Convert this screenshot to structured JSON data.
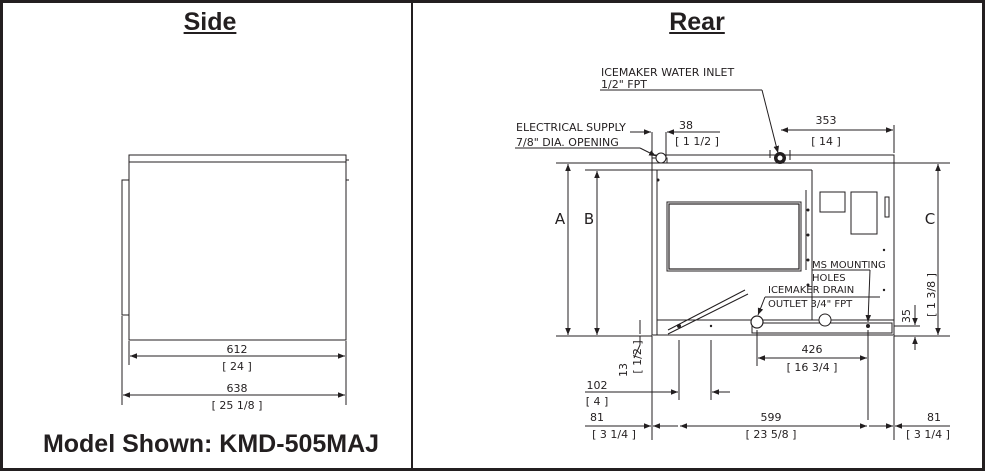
{
  "side": {
    "title": "Side",
    "dim_depth_mm": "612",
    "dim_depth_in": "[ 24 ]",
    "dim_overall_mm": "638",
    "dim_overall_in": "[ 25 1/8 ]"
  },
  "rear": {
    "title": "Rear",
    "water_inlet_label": "ICEMAKER WATER INLET",
    "water_inlet_size": "1/2\" FPT",
    "electrical_label": "ELECTRICAL SUPPLY",
    "electrical_size": "7/8\" DIA. OPENING",
    "dim_38_mm": "38",
    "dim_38_in": "[ 1 1/2 ]",
    "dim_353_mm": "353",
    "dim_353_in": "[ 14 ]",
    "height_a": "A",
    "height_b": "B",
    "height_c": "C",
    "mounting_label_1": "MS MOUNTING",
    "mounting_label_2": "HOLES",
    "drain_label_1": "ICEMAKER DRAIN",
    "drain_label_2": "OUTLET 3/4\" FPT",
    "dim_35_mm": "35",
    "dim_35_in": "[ 1 3/8 ]",
    "dim_13_mm": "13",
    "dim_13_in": "[ 1/2 ]",
    "dim_426_mm": "426",
    "dim_426_in": "[ 16 3/4 ]",
    "dim_102_mm": "102",
    "dim_102_in": "[ 4 ]",
    "dim_81_left_mm": "81",
    "dim_81_left_in": "[ 3 1/4 ]",
    "dim_599_mm": "599",
    "dim_599_in": "[ 23 5/8 ]",
    "dim_81_right_mm": "81",
    "dim_81_right_in": "[ 3 1/4 ]"
  },
  "caption": "Model Shown: KMD-505MAJ"
}
